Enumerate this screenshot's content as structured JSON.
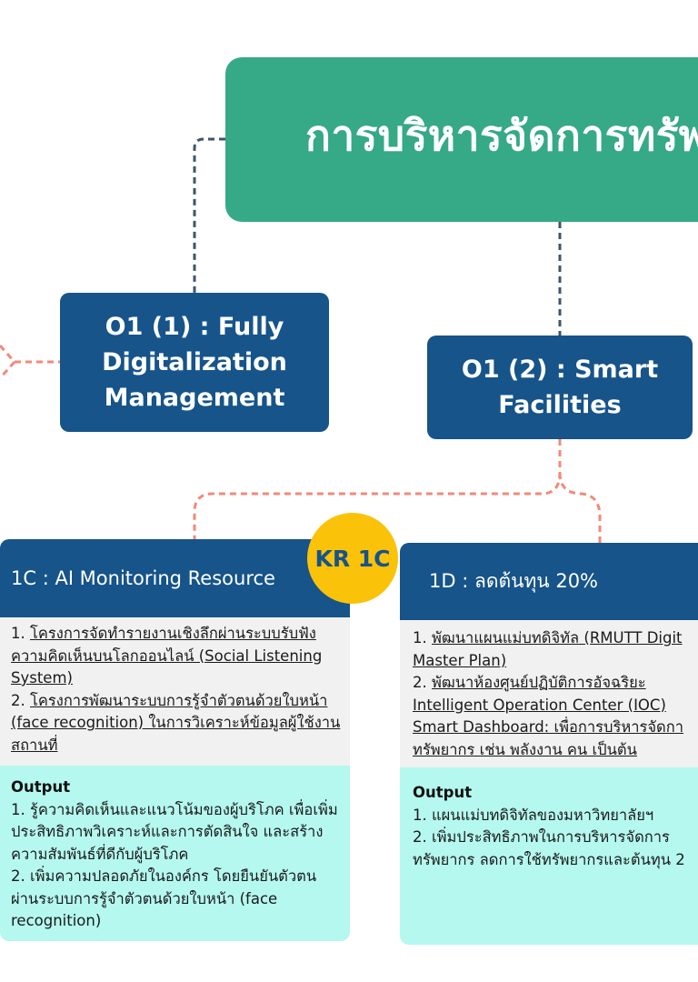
{
  "title": "การบริหารจัดการทรัพ",
  "objectives": [
    {
      "label": "O1 (1) : Fully Digitalization Management"
    },
    {
      "label": "O1 (2) : Smart Facilities"
    }
  ],
  "badge": "KR 1C",
  "key_results": [
    {
      "header": "1C : AI Monitoring Resource",
      "items": [
        {
          "num": "1. ",
          "text": "โครงการจัดทำรายงานเชิงลึกผ่านระบบรับฟังความคิดเห็นบนโลกออนไลน์ (Social Listening System)"
        },
        {
          "num": "2. ",
          "text": "โครงการพัฒนาระบบการรู้จำตัวตนด้วยใบหน้า (face recognition) ในการวิเคราะห์ข้อมูลผู้ใช้งานสถานที่"
        }
      ],
      "output_title": "Output",
      "outputs": [
        "1. รู้ความคิดเห็นและแนวโน้มของผู้บริโภค เพื่อเพิ่มประสิทธิภาพวิเคราะห์และการตัดสินใจ และสร้างความสัมพันธ์ที่ดีกับผู้บริโภค",
        "2. เพิ่มความปลอดภัยในองค์กร โดยยืนยันตัวตนผ่านระบบการรู้จำตัวตนด้วยใบหน้า (face recognition)"
      ]
    },
    {
      "header": "1D : ลดต้นทุน 20%",
      "items": [
        {
          "num": "1. ",
          "text": "พัฒนาแผนแม่บทดิจิทัล (RMUTT Digit"
        },
        {
          "num": "",
          "text": "Master Plan)"
        },
        {
          "num": "2. ",
          "text": "พัฒนาห้องศูนย์ปฏิบัติการอัจฉริยะ"
        },
        {
          "num": "",
          "text": "Intelligent Operation Center (IOC)"
        },
        {
          "num": "",
          "text": "Smart Dashboard: เพื่อการบริหารจัดกา"
        },
        {
          "num": "",
          "text": "ทรัพยากร เช่น พลังงาน คน เป็นต้น"
        }
      ],
      "output_title": "Output",
      "outputs": [
        "1. แผนแม่บทดิจิทัลของมหาวิทยาลัยฯ",
        "2. เพิ่มประสิทธิภาพในการบริหารจัดการ",
        "ทรัพยากร ลดการใช้ทรัพยากรและต้นทุน 2"
      ]
    }
  ],
  "colors": {
    "banner": "#36a987",
    "objective": "#16548a",
    "badge": "#fbc20a",
    "list_bg": "#f1f1f1",
    "output_bg": "#b5f8ef",
    "connector_dark": "#3f5468",
    "connector_salmon": "#f08a7a"
  }
}
